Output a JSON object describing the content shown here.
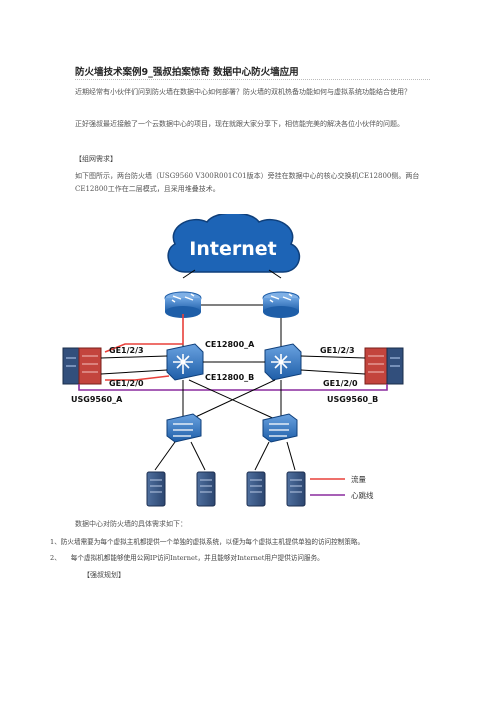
{
  "article": {
    "title": "防火墙技术案例9_强叔拍案惊奇 数据中心防火墙应用",
    "intro_1": "近期经常有小伙伴们问到防火墙在数据中心如何部署？防火墙的双机热备功能如何与虚拟系统功能结合使用？",
    "intro_2": "正好强叔最近接触了一个云数据中心的项目，现在就跟大家分享下，相信能完美的解决各位小伙伴的问题。",
    "section_network": "【组网需求】",
    "network_desc": "如下图所示，两台防火墙（USG9560 V300R001C01版本）旁挂在数据中心的核心交换机CE12800侧。两台CE12800工作在二层模式，且采用堆叠技术。",
    "requirements_intro": "数据中心对防火墙的具体需求如下：",
    "requirements": [
      {
        "num": "1、",
        "text": "防火墙需要为每个虚拟主机都提供一个单独的虚拟系统，以便为每个虚拟主机提供单独的访问控制策略。"
      },
      {
        "num": "2、",
        "text": "每个虚拟机都能够使用公网IP访问Internet，并且能够对Internet用户提供访问服务。"
      }
    ],
    "section_plan": "【强叔规划】"
  },
  "diagram": {
    "cloud_label": "Internet",
    "core_switch_a": "CE12800_A",
    "core_switch_b": "CE12800_B",
    "fw_a": "USG9560_A",
    "fw_b": "USG9560_B",
    "port_a_top": "GE1/2/3",
    "port_a_bottom": "GE1/2/0",
    "port_b_top": "GE1/2/3",
    "port_b_bottom": "GE1/2/0",
    "legend_traffic": "流量",
    "legend_heartbeat": "心跳线",
    "colors": {
      "traffic": "#e8403a",
      "heartbeat": "#8a2c9e",
      "cloud": "#1d64b6",
      "device": "#2b6cb5"
    }
  }
}
